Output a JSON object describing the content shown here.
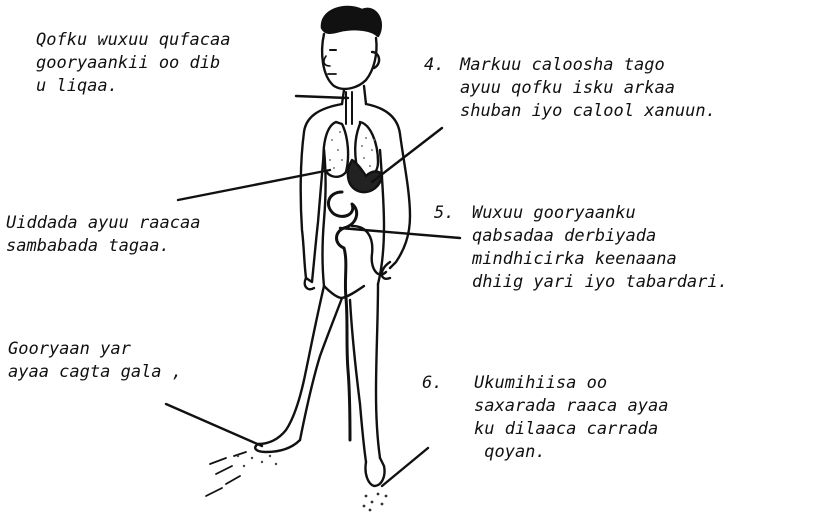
{
  "captions": {
    "c1": {
      "lines": [
        "Qofku wuxuu qufacaa",
        "gooryaankii oo dib",
        "u liqaa."
      ]
    },
    "c2": {
      "lines": [
        "Uiddada ayuu raacaa",
        "sambabada tagaa."
      ]
    },
    "c3": {
      "lines": [
        "Gooryaan yar",
        "ayaa cagta gala ,"
      ]
    },
    "c4": {
      "number": "4.",
      "lines": [
        "Markuu caloosha tago",
        "ayuu qofku isku arkaa",
        "shuban iyo calool xanuun."
      ]
    },
    "c5": {
      "number": "5.",
      "lines": [
        "Wuxuu gooryaanku",
        "qabsadaa derbiyada",
        "mindhicirka keenaana",
        "dhiig yari iyo tabardari."
      ]
    },
    "c6": {
      "number": "6.",
      "lines": [
        "Ukumihiisa oo",
        "saxarada raaca ayaa",
        "ku dilaaca carrada",
        " qoyan."
      ]
    }
  },
  "colors": {
    "ink": "#111111",
    "paper": "#ffffff",
    "stipple": "#777777"
  }
}
